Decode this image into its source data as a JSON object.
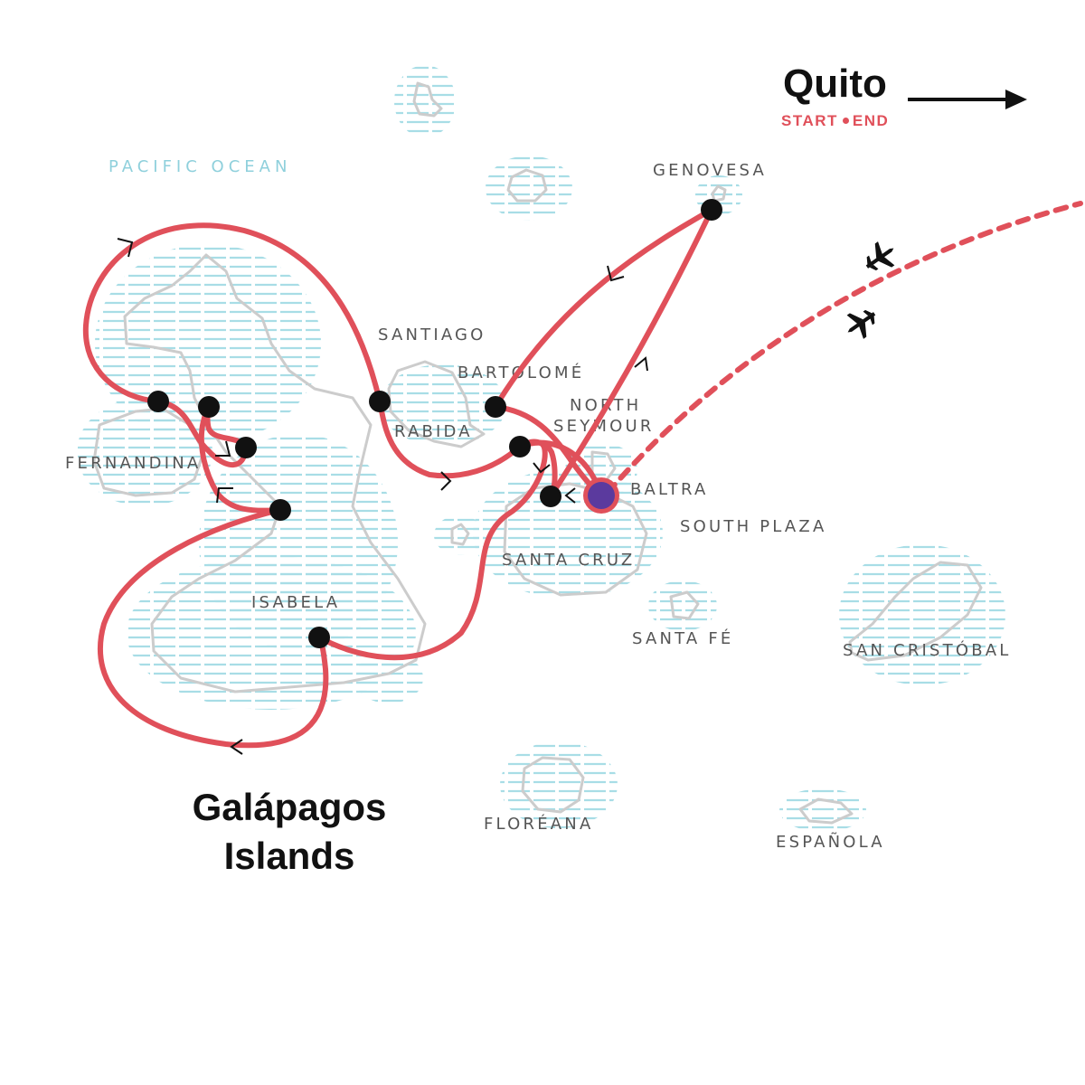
{
  "header": {
    "destination": "Quito",
    "start_label": "START",
    "end_label": "END"
  },
  "title": {
    "line1": "Galápagos",
    "line2": "Islands"
  },
  "ocean_label": "PACIFIC OCEAN",
  "islands": {
    "genovesa": "GENOVESA",
    "santiago": "SANTIAGO",
    "bartolome": "BARTOLOMÉ",
    "north_seymour_1": "NORTH",
    "north_seymour_2": "SEYMOUR",
    "rabida": "RABIDA",
    "baltra": "BALTRA",
    "south_plaza": "SOUTH PLAZA",
    "fernandina": "FERNANDINA",
    "santa_cruz": "SANTA CRUZ",
    "isabela": "ISABELA",
    "santa_fe": "SANTA FÉ",
    "san_cristobal": "SAN CRISTÓBAL",
    "floreana": "FLORÉANA",
    "espanola": "ESPAÑOLA"
  },
  "colors": {
    "route": "#e0505a",
    "water_hatch": "#a8dde6",
    "island_outline": "#cccccc",
    "start_end_marker": "#5b3a9e",
    "stop_marker": "#111111"
  },
  "icons": [
    "airplane-outbound-icon",
    "airplane-inbound-icon",
    "arrow-right-icon",
    "stop-marker-icon",
    "start-end-marker-icon"
  ]
}
